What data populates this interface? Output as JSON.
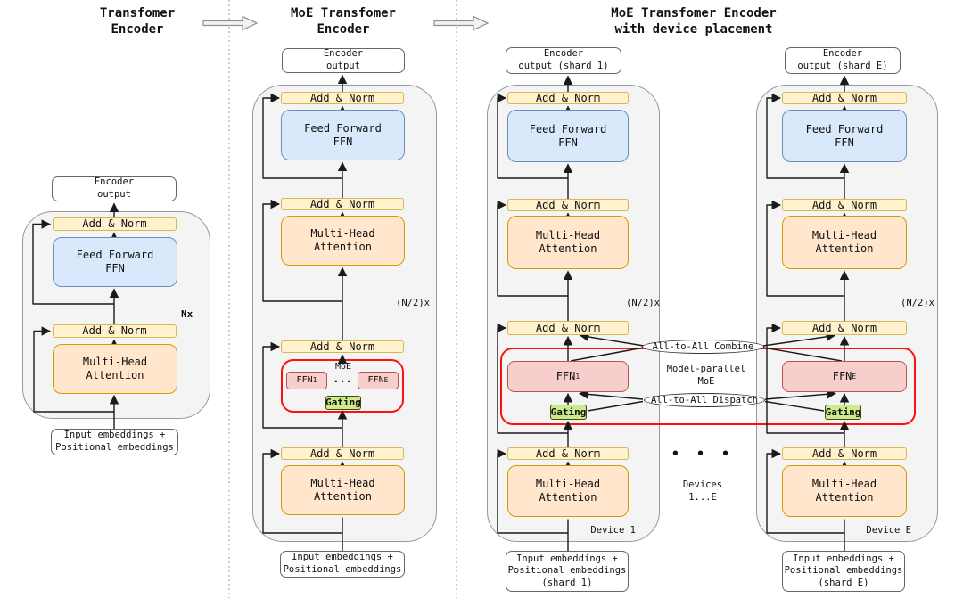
{
  "colors": {
    "add_norm_fill": "#fff2cc",
    "add_norm_stroke": "#d6b656",
    "ffn_fill": "#dae8fc",
    "ffn_stroke": "#6c8ebf",
    "attention_fill": "#ffe6cc",
    "attention_stroke": "#d79b00",
    "expert_fill": "#f8cecc",
    "expert_stroke": "#b85450",
    "gating_fill": "#cdeb8b",
    "moe_outline": "#fe1010",
    "container_fill": "#f4f4f4",
    "arrow": "#1a1a1a"
  },
  "shared": {
    "add_norm": "Add & Norm",
    "ffn_block": "Feed Forward\nFFN",
    "mha": "Multi-Head\nAttention",
    "gating": "Gating",
    "ffn_base": "FFN"
  },
  "left": {
    "title": "Transfomer\nEncoder",
    "encoder_output": "Encoder\noutput",
    "repeat": "Nx",
    "input": "Input embeddings +\nPositional embeddings"
  },
  "middle": {
    "title": "MoE Transfomer\nEncoder",
    "encoder_output": "Encoder\noutput",
    "repeat": "(N/2)x",
    "moe": "MoE",
    "expert1_sub": "1",
    "expertE_sub": "E",
    "dots": "...",
    "input": "Input embeddings +\nPositional embeddings"
  },
  "right": {
    "title": "MoE Transfomer Encoder\nwith device placement",
    "combine": "All-to-All Combine",
    "dispatch": "All-to-All Dispatch",
    "model_parallel": "Model-parallel\nMoE",
    "dots": "• • •",
    "devices": "Devices\n1...E",
    "repeat": "(N/2)x",
    "device1": {
      "encoder_output": "Encoder\noutput (shard 1)",
      "expert_sub": "1",
      "label": "Device 1",
      "input": "Input embeddings +\nPositional embeddings\n(shard 1)"
    },
    "deviceE": {
      "encoder_output": "Encoder\noutput (shard E)",
      "expert_sub": "E",
      "label": "Device E",
      "input": "Input embeddings +\nPositional embeddings\n(shard E)"
    }
  }
}
